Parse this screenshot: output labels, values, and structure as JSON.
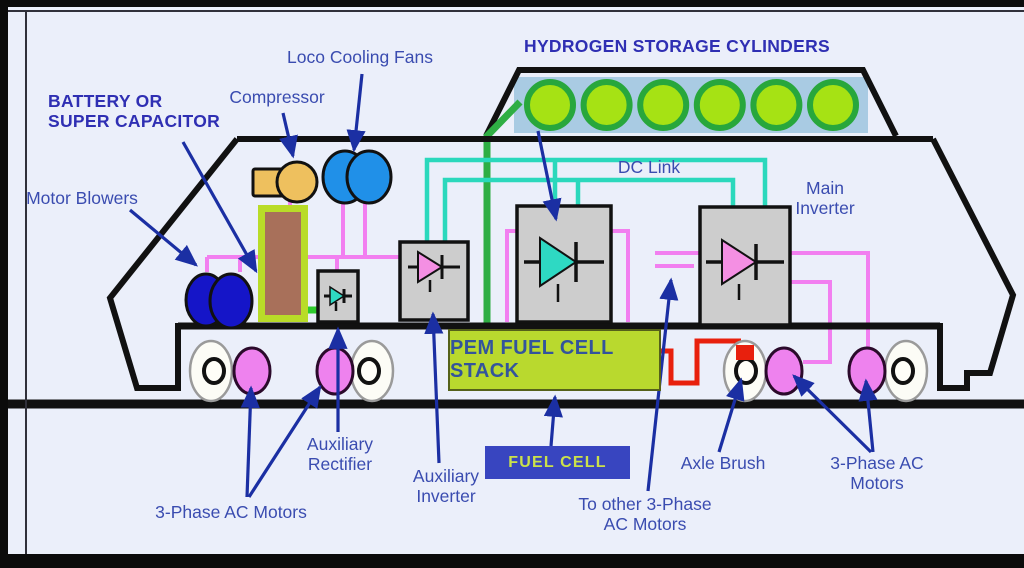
{
  "labels": {
    "hydrogen_storage_cylinders": "HYDROGEN STORAGE CYLINDERS",
    "loco_cooling_fans": "Loco Cooling Fans",
    "compressor": "Compressor",
    "battery_or_super_capacitor": "BATTERY OR\nSUPER CAPACITOR",
    "motor_blowers": "Motor Blowers",
    "dc_link": "DC Link",
    "main_inverter": "Main\nInverter",
    "pem_fuel_cell_stack": "PEM FUEL CELL STACK",
    "fuel_cell": "FUEL CELL",
    "auxiliary_rectifier": "Auxiliary\nRectifier",
    "auxiliary_inverter": "Auxiliary\nInverter",
    "three_phase_ac_motors_left": "3-Phase AC Motors",
    "to_other_three_phase_ac_motors": "To other 3-Phase\nAC Motors",
    "axle_brush": "Axle Brush",
    "three_phase_ac_motors_right": "3-Phase AC Motors"
  },
  "colors": {
    "background": "#ebeffa",
    "label_blue": "#3a4cb0",
    "bold_label_blue": "#2f2fb3",
    "dc_link_teal": "#2bd8bc",
    "hydrogen_pipe_green": "#2fae44",
    "wire_pink": "#f27ff0",
    "wire_red": "#e8200d",
    "hydrogen_cylinder_green": "#a6e214",
    "cylinder_rack_blue": "#a9cbe3",
    "pem_chartreuse": "#b9d92e",
    "fuel_cell_box_blue": "#3845c0",
    "fuel_cell_text": "#cbe14a",
    "battery_brown": "#a8705a",
    "compressor_tan": "#eec05e",
    "fan_blue": "#2090e8",
    "blower_navy": "#1515c8",
    "motor_pink": "#ee82ee",
    "converter_gray": "#cdcdcd",
    "annotation_arrow_blue": "#1b2fa3"
  }
}
